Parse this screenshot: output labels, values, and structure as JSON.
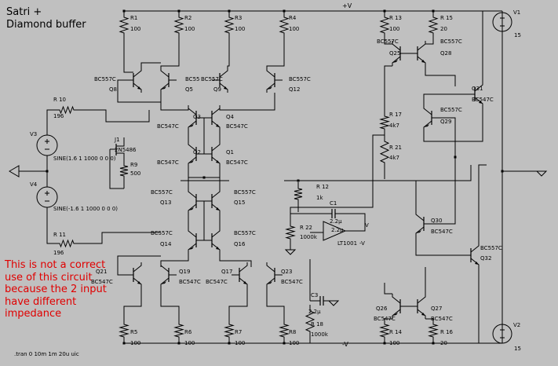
{
  "title": [
    "Satri +",
    "Diamond buffer"
  ],
  "note": [
    "This is not a correct",
    "use of this circuit",
    "because the 2 input",
    "have different",
    "impedance"
  ],
  "sim_directive": ".tran 0 10m 1m 20u uic",
  "rails": {
    "pos": "+V",
    "neg": "-V"
  },
  "labels": {
    "r1n": "R1",
    "r1v": "100",
    "r2n": "R2",
    "r2v": "100",
    "r3n": "R3",
    "r3v": "100",
    "r4n": "R4",
    "r4v": "100",
    "r13n": "R 13",
    "r13v": "100",
    "r15n": "R 15",
    "r15v": "20",
    "v1n": "V1",
    "v1v": "15",
    "v2n": "V2",
    "v2v": "15",
    "bc557c_a": "BC557C",
    "q25": "Q25",
    "bc557c_b": "BC557C",
    "q28": "Q28",
    "bc557c_c": "BC557C",
    "q8": "Q8",
    "bc55_a": "BC55",
    "q5": "Q5",
    "bc557c_d": "BC557C",
    "q9": "Q9",
    "bc557c_e": "BC557C",
    "q12": "Q12",
    "r10n": "R 10",
    "r10v": "196",
    "q3": "Q3",
    "bc547c_q3": "BC547C",
    "q4": "Q4",
    "bc547c_q4": "BC547C",
    "q2": "Q2",
    "bc547c_q2": "BC547C",
    "q1": "Q1",
    "bc547c_q1": "BC547C",
    "v3n": "V3",
    "v3v": "SINE(1.6 1 1000 0 0 0)",
    "j1n": "J1",
    "j1v": "2N5486",
    "r9n": "R9",
    "r9v": "500",
    "r17n": "R 17",
    "r17v": "4k7",
    "r21n": "R 21",
    "r21v": "4k7",
    "bc557c_q29": "BC557C",
    "q29": "Q29",
    "q31": "Q31",
    "bc547c_q31": "BC547C",
    "v4n": "V4",
    "v4v": "SINE(-1.6 1 1000 0 0 0)",
    "bc557c_q13": "BC557C",
    "q13": "Q13",
    "bc557c_q15": "BC557C",
    "q15": "Q15",
    "r12n": "R 12",
    "r12v": "1k",
    "c1n": "C1",
    "c1v": "2.2µ",
    "r22n": "R 22",
    "r22v": "1000k",
    "opamp_v": "2.2µ",
    "vplus": "V",
    "ltn": "LT1001",
    "vminus": "-V",
    "q30": "Q30",
    "bc547c_q30": "BC547C",
    "r11n": "R 11",
    "r11v": "196",
    "bc557c_q14": "BC557C",
    "q14": "Q14",
    "bc557c_q16": "BC557C",
    "q16": "Q16",
    "bc557c_q32": "BC557C",
    "q32": "Q32",
    "q21": "Q21",
    "bc547c_q21": "BC547C",
    "q19": "Q19",
    "bc547c_q19": "BC547C",
    "q17": "Q17",
    "bc547c_q17": "BC547C",
    "q23": "Q23",
    "bc547c_q23": "BC547C",
    "c3n": "C3",
    "c3v": "2.2µ",
    "q26": "Q26",
    "bc547c_q26": "BC547C",
    "q27": "Q27",
    "bc547c_q27": "BC547C",
    "r18n": "R 18",
    "r18v": "1000k",
    "r14n": "R 14",
    "r14v": "100",
    "r16n": "R 16",
    "r16v": "20",
    "r5n": "R5",
    "r5v": "100",
    "r6n": "R6",
    "r6v": "100",
    "r7n": "R7",
    "r7v": "100",
    "r8n": "R8",
    "r8v": "100"
  }
}
